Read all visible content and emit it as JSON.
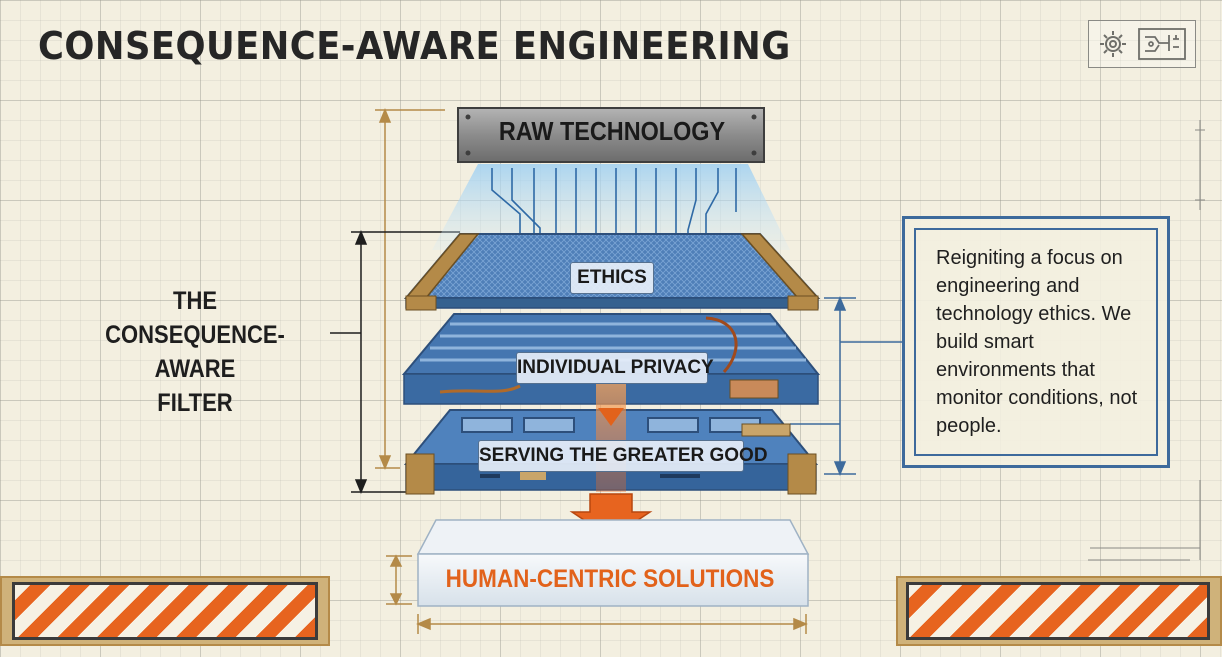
{
  "title": "CONSEQUENCE-AWARE ENGINEERING",
  "filter_label": [
    "THE",
    "CONSEQUENCE-AWARE",
    "FILTER"
  ],
  "layers": {
    "top": "RAW TECHNOLOGY",
    "ethics": "ETHICS",
    "privacy": "INDIVIDUAL PRIVACY",
    "good": "SERVING THE GREATER GOOD",
    "output": "HUMAN-CENTRIC SOLUTIONS"
  },
  "info_box": {
    "text": "Reigniting a focus on engineering and technology ethics. We build smart environments that monitor conditions, not people."
  },
  "icons": [
    "gear-icon",
    "circuit-schematic-icon"
  ],
  "colors": {
    "accent_orange": "#e7641f",
    "frame_blue": "#3d6a9c",
    "layer_blue": "#3f72ad",
    "wood": "#b48a48",
    "metal_grey": "#8f8f8f"
  }
}
